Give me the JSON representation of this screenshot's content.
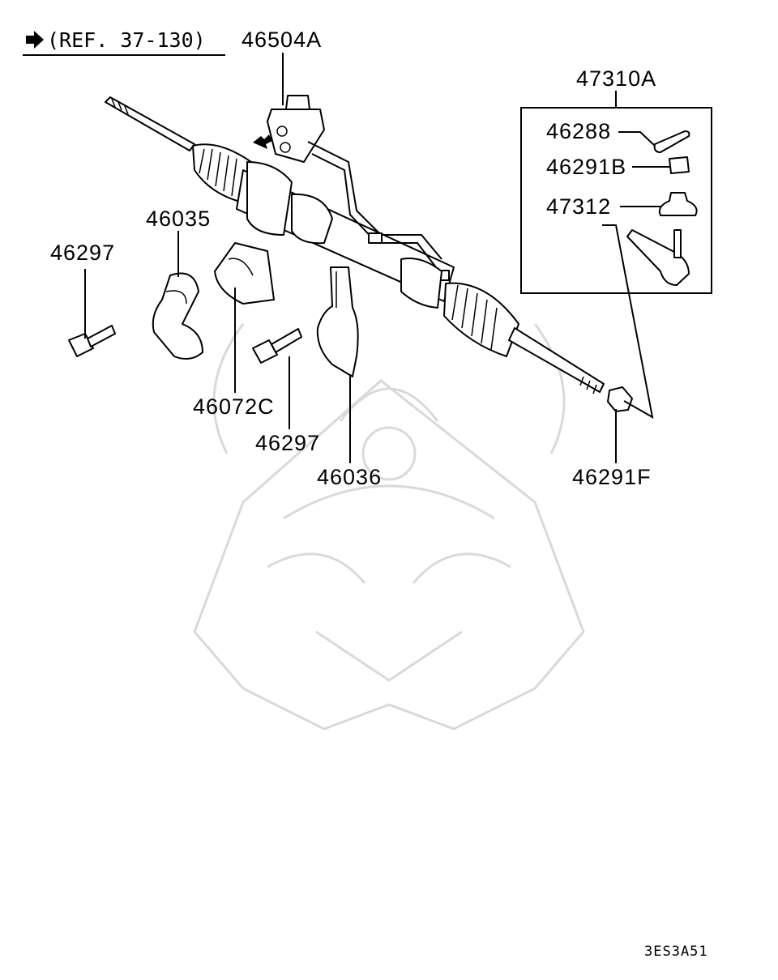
{
  "reference": {
    "text": "(REF. 37-130)",
    "arrow_icon": "right-arrow-icon"
  },
  "labels": {
    "gear_assembly": "46504A",
    "tie_rod_end_kit": "47310A",
    "cotter_pin": "46288",
    "castle_nut": "46291B",
    "dust_boot": "47312",
    "clamp_left": "46035",
    "bolt_left": "46297",
    "bushing": "46072C",
    "bolt_center": "46297",
    "clamp_right": "46036",
    "lock_nut": "46291F"
  },
  "diagram_code": "3ES3A51"
}
